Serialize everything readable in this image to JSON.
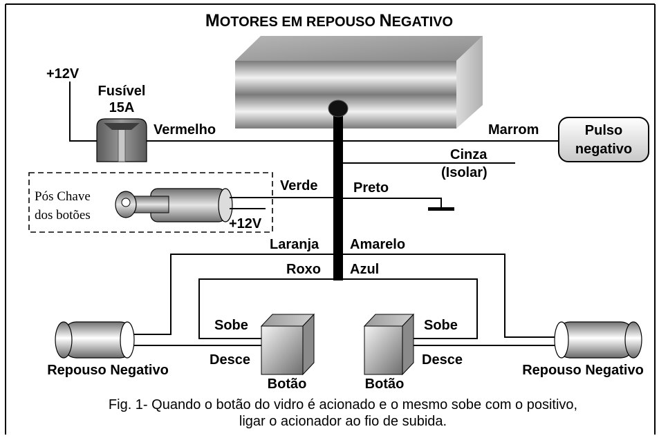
{
  "title": {
    "big1": "M",
    "small1": "OTORES EM REPOUSO ",
    "big2": "N",
    "small2": "EGATIVO"
  },
  "power": {
    "plus12_top": "+12V",
    "fuse_line1": "Fusível",
    "fuse_line2": "15A",
    "plus12_key": "+12V"
  },
  "key_box": {
    "line1": "Pós Chave",
    "line2": "dos botões"
  },
  "pulse_box": {
    "line1": "Pulso",
    "line2": "negativo"
  },
  "wires": {
    "vermelho": "Vermelho",
    "marrom": "Marrom",
    "cinza": "Cinza",
    "isolar": "(Isolar)",
    "verde": "Verde",
    "preto": "Preto",
    "laranja": "Laranja",
    "amarelo": "Amarelo",
    "roxo": "Roxo",
    "azul": "Azul",
    "sobe_left": "Sobe",
    "desce_left": "Desce",
    "sobe_right": "Sobe",
    "desce_right": "Desce"
  },
  "components": {
    "motor_left": "Repouso Negativo",
    "motor_right": "Repouso Negativo",
    "button_left": "Botão",
    "button_right": "Botão"
  },
  "caption": {
    "line1": "Fig. 1- Quando o botão do vidro é acionado e o mesmo sobe com o positivo,",
    "line2": "ligar o acionador ao fio de subida."
  }
}
